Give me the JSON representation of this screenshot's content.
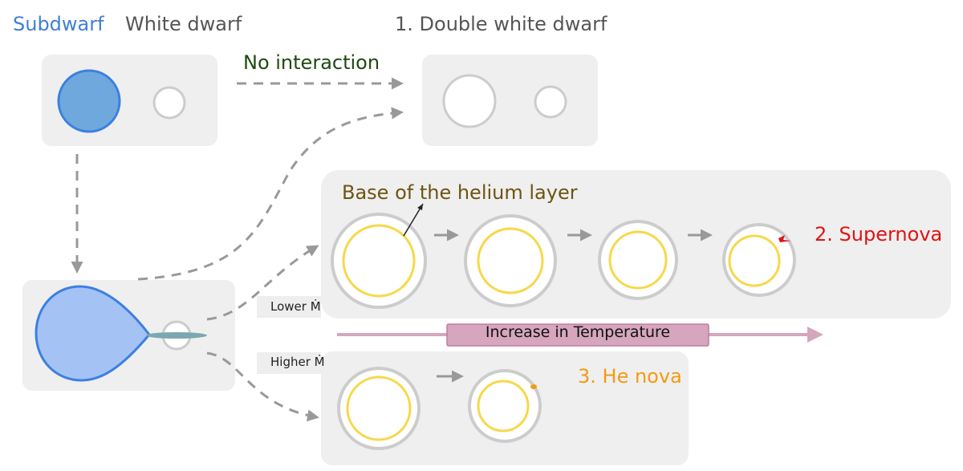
{
  "legend": {
    "subdwarf": "Subdwarf",
    "white_dwarf": "White dwarf"
  },
  "outcomes": {
    "double_white_dwarf": "1. Double white dwarf",
    "supernova": "2. Supernova",
    "he_nova": "3. He nova"
  },
  "arrows": {
    "no_interaction": "No interaction",
    "lower_mdot": "Lower Ṁ",
    "higher_mdot": "Higher Ṁ"
  },
  "annotations": {
    "base_helium_layer": "Base of the helium layer",
    "temperature_bar": "Increase in Temperature"
  },
  "colors": {
    "subdwarf": "#6fa8dc",
    "subdwarf_stroke": "#3d7fe0",
    "donor_lobe": "#a4c2f4",
    "white_dwarf_stroke": "#cccccc",
    "helium_ring": "#f7d84a",
    "panel": "#efefef",
    "arrow": "#999999",
    "temperature_bar": "#d5a6bd",
    "supernova": "#e01313",
    "he_nova": "#f39a12"
  }
}
